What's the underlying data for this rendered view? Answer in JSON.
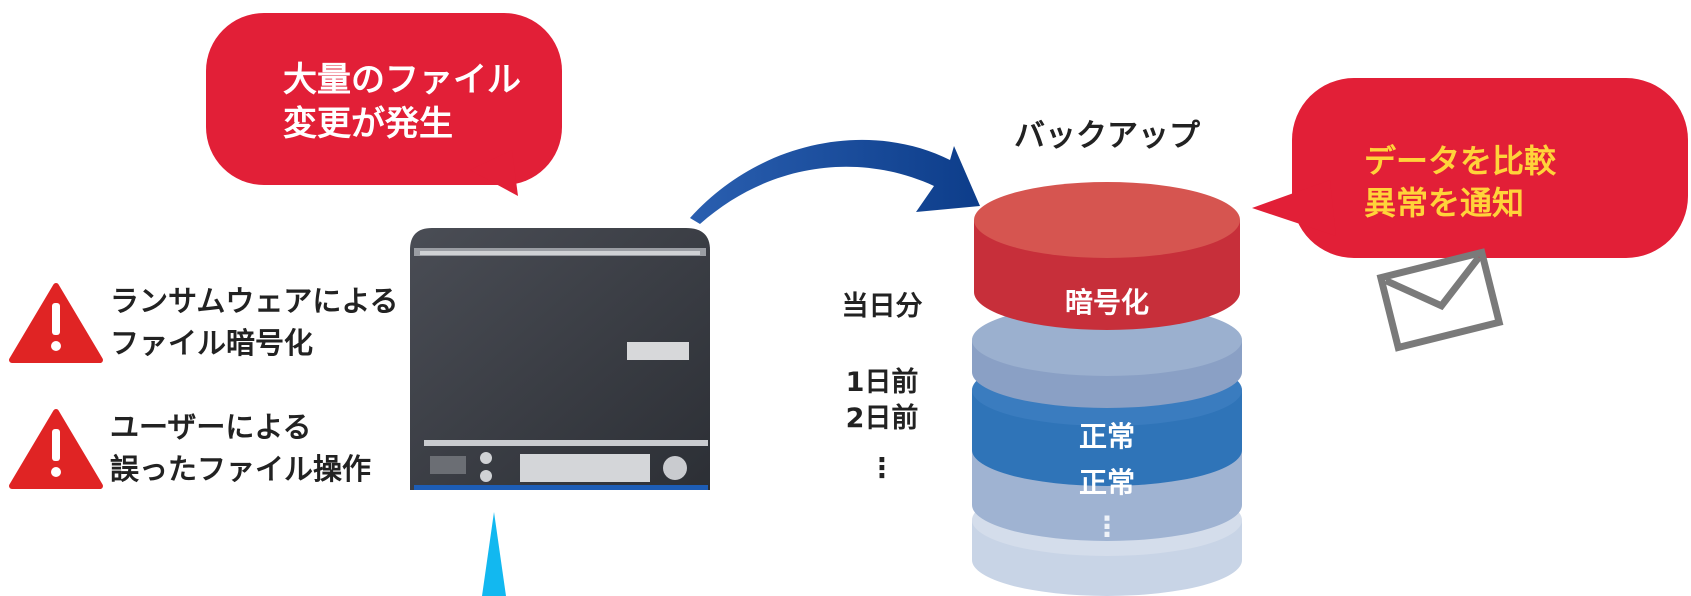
{
  "bubbles": {
    "change": {
      "line1": "大量のファイル",
      "line2": "変更が発生"
    },
    "notify": {
      "line1": "データを比較",
      "line2": "異常を通知"
    }
  },
  "warnings": [
    {
      "line1": "ランサムウェアによる",
      "line2": "ファイル暗号化"
    },
    {
      "line1": "ユーザーによる",
      "line2": "誤ったファイル操作"
    }
  ],
  "backup": {
    "title": "バックアップ",
    "days": {
      "today": "当日分",
      "day1": "1日前",
      "day2": "2日前",
      "more": "⋮"
    },
    "layers": {
      "encrypted": "暗号化",
      "normal_1": "正常",
      "normal_2": "正常",
      "more": "⋮"
    }
  },
  "colors": {
    "bubble_red": "#e21f37",
    "warning_red": "#e02424",
    "notify_text": "#ffd33a",
    "server_body": "#3b3e45",
    "arrow_blue": "#13489a",
    "layer_encrypted": "#d04049",
    "layer_blue": "#2f74b8",
    "cursor_cyan": "#12b8f0"
  },
  "icons": {
    "warning": "warning-triangle-icon",
    "mail": "envelope-icon",
    "server": "nas-server-icon",
    "arrow": "curved-arrow-icon"
  }
}
